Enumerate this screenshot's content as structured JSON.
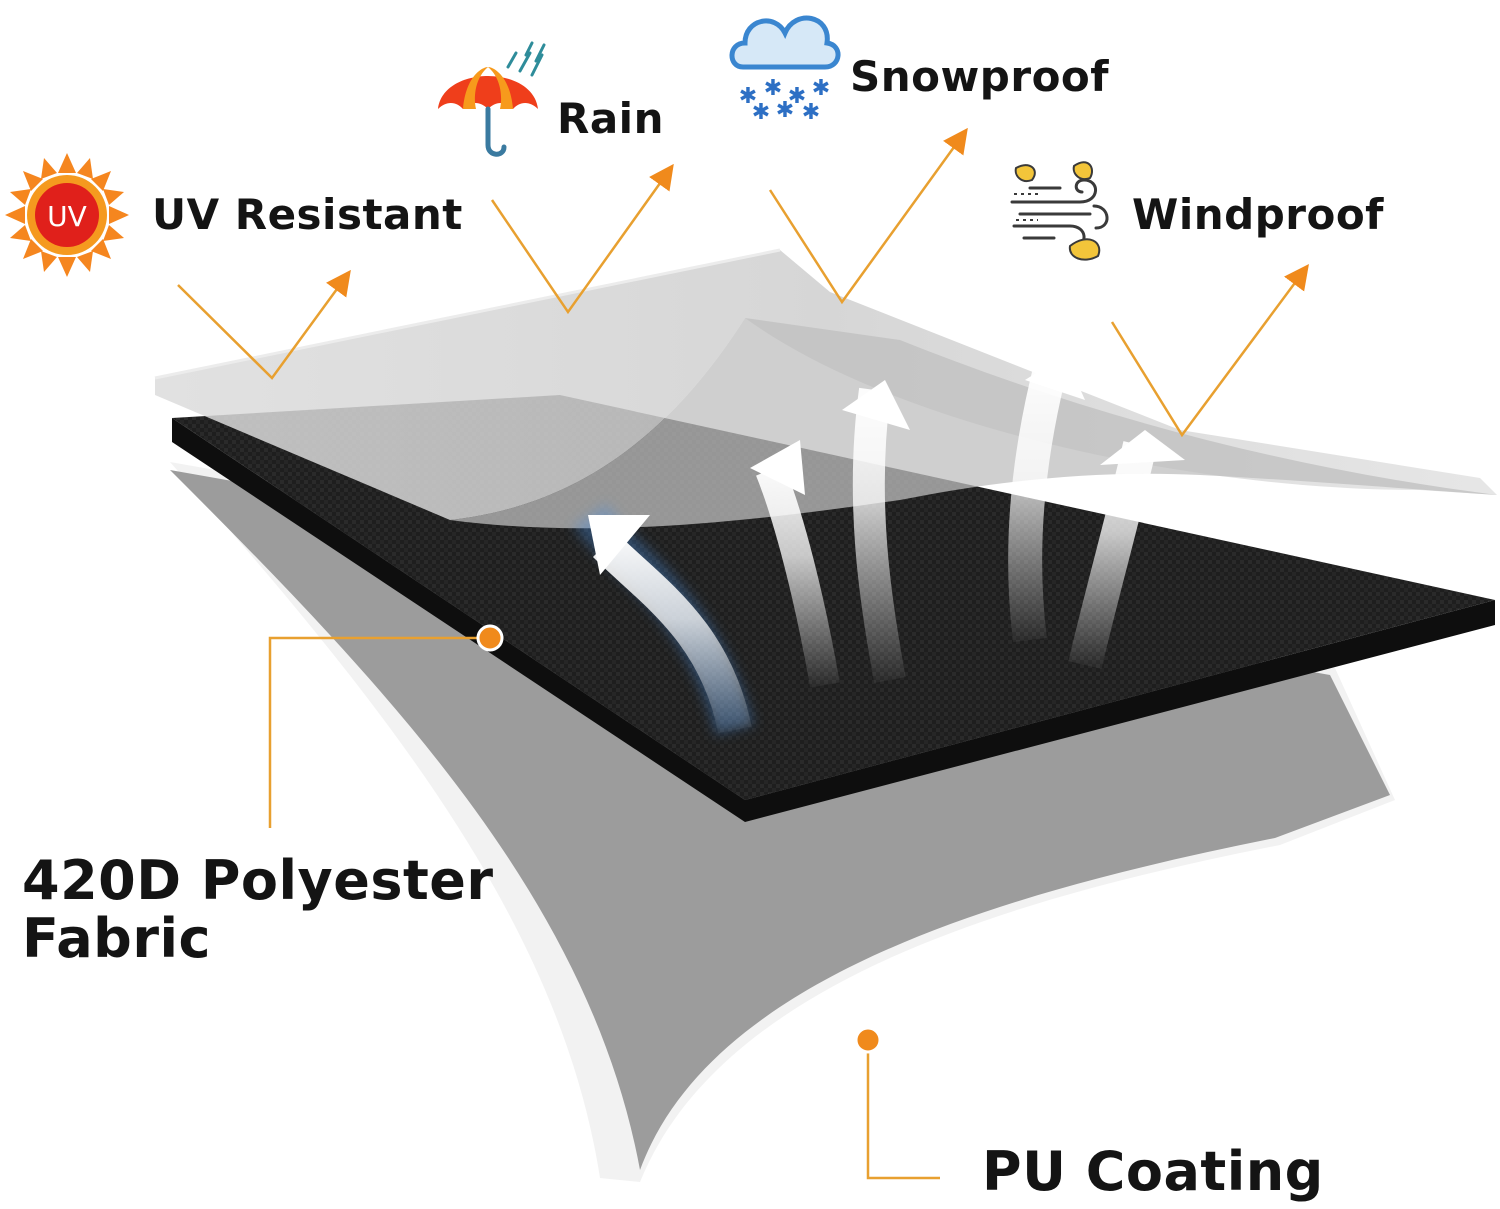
{
  "features": [
    {
      "id": "uv",
      "label": "UV Resistant",
      "icon": "sun-uv-icon"
    },
    {
      "id": "rain",
      "label": "Rain",
      "icon": "umbrella-icon"
    },
    {
      "id": "snow",
      "label": "Snowproof",
      "icon": "snow-cloud-icon"
    },
    {
      "id": "wind",
      "label": "Windproof",
      "icon": "wind-leaves-icon"
    }
  ],
  "uv_badge": "UV",
  "layers": {
    "fabric": "420D Polyester Fabric",
    "coating": "PU Coating"
  },
  "colors": {
    "accent": "#f08a1c",
    "checkmark": "#e8a030",
    "fabric": "#1c1c1c",
    "coating": "#9a9a9a",
    "film": "#d6d6d6"
  }
}
